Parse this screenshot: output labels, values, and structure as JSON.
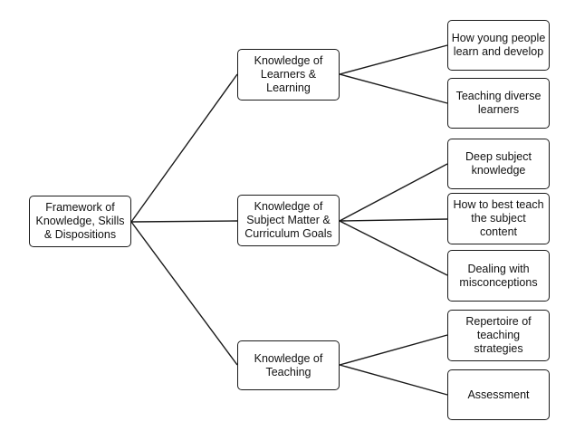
{
  "diagram": {
    "root": {
      "label": "Framework of\nKnowledge, Skills\n& Dispositions"
    },
    "branches": [
      {
        "label": "Knowledge of\nLearners &\nLearning"
      },
      {
        "label": "Knowledge of\nSubject Matter &\nCurriculum Goals"
      },
      {
        "label": "Knowledge of\nTeaching"
      }
    ],
    "leaves": [
      {
        "label": "How young people\nlearn and develop"
      },
      {
        "label": "Teaching diverse\nlearners"
      },
      {
        "label": "Deep subject\nknowledge"
      },
      {
        "label": "How to best teach\nthe subject\ncontent"
      },
      {
        "label": "Dealing with\nmisconceptions"
      },
      {
        "label": "Repertoire of\nteaching\nstrategies"
      },
      {
        "label": "Assessment"
      }
    ],
    "line_color": "#1a1a1a"
  }
}
